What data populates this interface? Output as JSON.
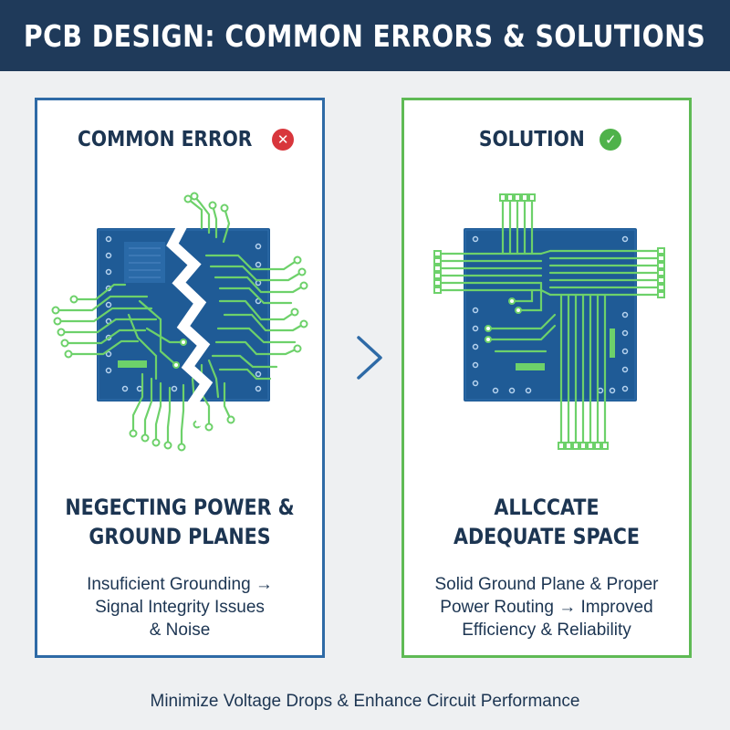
{
  "header": {
    "title": "PCB DESIGN: COMMON ERRORS & SOLUTIONS"
  },
  "error_panel": {
    "heading": "COMMON ERROR",
    "badge_glyph": "✕",
    "title_lines": [
      "NEGECTING POWER &",
      "GROUND PLANES"
    ],
    "desc_lines": [
      "Insuficient Grounding →",
      "Signal Integrity Issues",
      "& Noise"
    ],
    "border_color": "#2e6aa6",
    "badge_color": "#d8363c"
  },
  "solution_panel": {
    "heading": "SOLUTION",
    "badge_glyph": "✓",
    "title_lines": [
      "ALLCCATE",
      "ADEQUATE SPACE"
    ],
    "desc_lines": [
      "Solid Ground Plane & Proper",
      "Power Routing → Improved",
      "Efficiency & Reliability"
    ],
    "border_color": "#5fba55",
    "badge_color": "#4fb24a"
  },
  "footer": {
    "text": "Minimize Voltage Drops & Enhance Circuit Performance"
  },
  "colors": {
    "header_bg": "#1f3a5a",
    "board": "#1f5b96",
    "trace": "#6dd16a",
    "text": "#1c3552"
  },
  "icons": {
    "error_badge": "x-circle-icon",
    "solution_badge": "check-circle-icon",
    "arrow": "chevron-right-icon"
  }
}
